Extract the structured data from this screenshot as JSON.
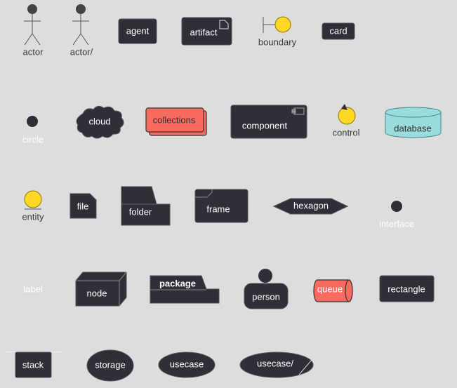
{
  "elements": {
    "actor": "actor",
    "actor_slash": "actor/",
    "agent": "agent",
    "artifact": "artifact",
    "boundary": "boundary",
    "card": "card",
    "circle": "circle",
    "cloud": "cloud",
    "collections": "collections",
    "component": "component",
    "control": "control",
    "database": "database",
    "entity": "entity",
    "file": "file",
    "folder": "folder",
    "frame": "frame",
    "hexagon": "hexagon",
    "interface": "interface",
    "label": "label",
    "node": "node",
    "package": "package",
    "person": "person",
    "queue": "queue",
    "rectangle": "rectangle",
    "stack": "stack",
    "storage": "storage",
    "usecase": "usecase",
    "usecase_slash": "usecase/"
  },
  "colors": {
    "background": "#dddddd",
    "element_fill": "#2f2f37",
    "yellow": "#ffd826",
    "coral": "#f96b5e",
    "database": "#9adcdc"
  }
}
